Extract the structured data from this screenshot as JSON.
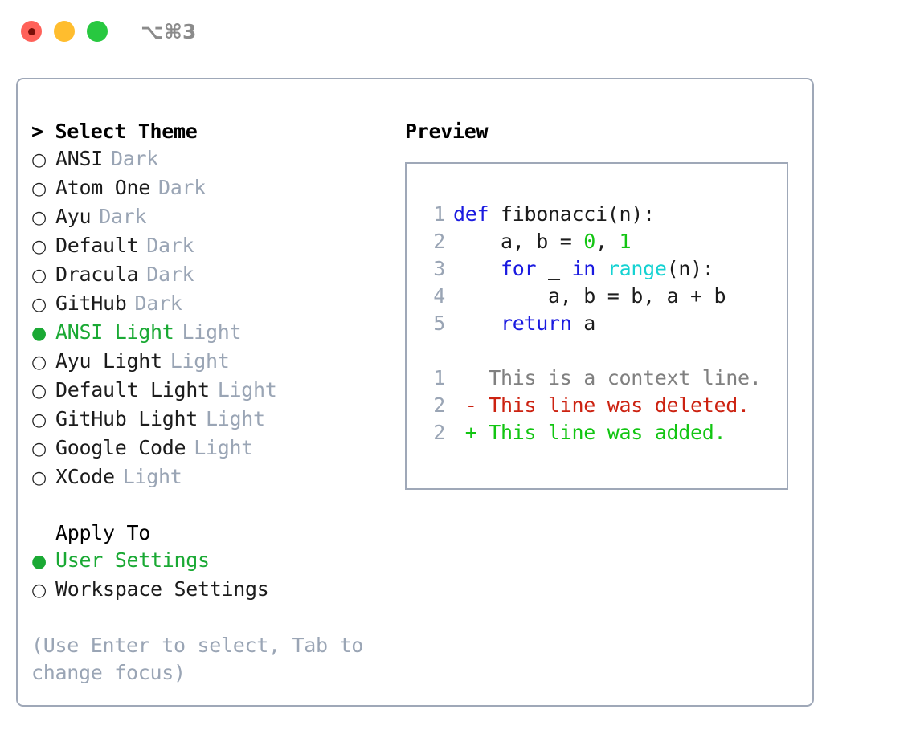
{
  "titlebar": {
    "buttons": [
      {
        "name": "close",
        "color": "#ff6159"
      },
      {
        "name": "minimize",
        "color": "#ffbd2e"
      },
      {
        "name": "maximize",
        "color": "#28c840"
      }
    ],
    "shortcut": "⌥⌘3"
  },
  "colors": {
    "accent_green": "#1aa934",
    "muted_gray": "#9aa5b5",
    "border": "#9fa8b8",
    "keyword_blue": "#1a1ae0",
    "function_cyan": "#15d2d2",
    "number_green": "#14c514",
    "diff_delete_red": "#cc2211",
    "diff_add_green": "#12c512",
    "diff_context_gray": "#808080"
  },
  "theme_panel": {
    "title": "> Select Theme",
    "items": [
      {
        "marker": "○",
        "label": "ANSI",
        "kind": "Dark",
        "selected": false
      },
      {
        "marker": "○",
        "label": "Atom One",
        "kind": "Dark",
        "selected": false
      },
      {
        "marker": "○",
        "label": "Ayu",
        "kind": "Dark",
        "selected": false
      },
      {
        "marker": "○",
        "label": "Default",
        "kind": "Dark",
        "selected": false
      },
      {
        "marker": "○",
        "label": "Dracula",
        "kind": "Dark",
        "selected": false
      },
      {
        "marker": "○",
        "label": "GitHub",
        "kind": "Dark",
        "selected": false
      },
      {
        "marker": "●",
        "label": "ANSI Light",
        "kind": "Light",
        "selected": true
      },
      {
        "marker": "○",
        "label": "Ayu Light",
        "kind": "Light",
        "selected": false
      },
      {
        "marker": "○",
        "label": "Default Light",
        "kind": "Light",
        "selected": false
      },
      {
        "marker": "○",
        "label": "GitHub Light",
        "kind": "Light",
        "selected": false
      },
      {
        "marker": "○",
        "label": "Google Code",
        "kind": "Light",
        "selected": false
      },
      {
        "marker": "○",
        "label": "XCode",
        "kind": "Light",
        "selected": false
      }
    ]
  },
  "apply_to": {
    "title": "Apply To",
    "items": [
      {
        "marker": "●",
        "label": "User Settings",
        "selected": true
      },
      {
        "marker": "○",
        "label": "Workspace Settings",
        "selected": false
      }
    ]
  },
  "hint": "(Use Enter to select, Tab to change focus)",
  "preview": {
    "title": "Preview",
    "code_lines": [
      {
        "no": "1",
        "tokens": [
          {
            "t": "def ",
            "c": "tok-kw"
          },
          {
            "t": "fibonacci(n):",
            "c": "tok-plain"
          }
        ]
      },
      {
        "no": "2",
        "tokens": [
          {
            "t": "    a, b = ",
            "c": "tok-plain"
          },
          {
            "t": "0",
            "c": "tok-num"
          },
          {
            "t": ", ",
            "c": "tok-plain"
          },
          {
            "t": "1",
            "c": "tok-num"
          }
        ]
      },
      {
        "no": "3",
        "tokens": [
          {
            "t": "    ",
            "c": "tok-plain"
          },
          {
            "t": "for",
            "c": "tok-kw"
          },
          {
            "t": " _ ",
            "c": "tok-plain"
          },
          {
            "t": "in",
            "c": "tok-kw"
          },
          {
            "t": " ",
            "c": "tok-plain"
          },
          {
            "t": "range",
            "c": "tok-fn"
          },
          {
            "t": "(n):",
            "c": "tok-plain"
          }
        ]
      },
      {
        "no": "4",
        "tokens": [
          {
            "t": "        a, b = b, a + b",
            "c": "tok-plain"
          }
        ]
      },
      {
        "no": "5",
        "tokens": [
          {
            "t": "    ",
            "c": "tok-plain"
          },
          {
            "t": "return",
            "c": "tok-kw"
          },
          {
            "t": " a",
            "c": "tok-plain"
          }
        ]
      }
    ],
    "diff_lines": [
      {
        "no": "1",
        "tokens": [
          {
            "t": "   This is a context line.",
            "c": "tok-ctx"
          }
        ]
      },
      {
        "no": "2",
        "tokens": [
          {
            "t": " - This line was deleted.",
            "c": "tok-del"
          }
        ]
      },
      {
        "no": "2",
        "tokens": [
          {
            "t": " + This line was added.",
            "c": "tok-add"
          }
        ]
      }
    ]
  }
}
